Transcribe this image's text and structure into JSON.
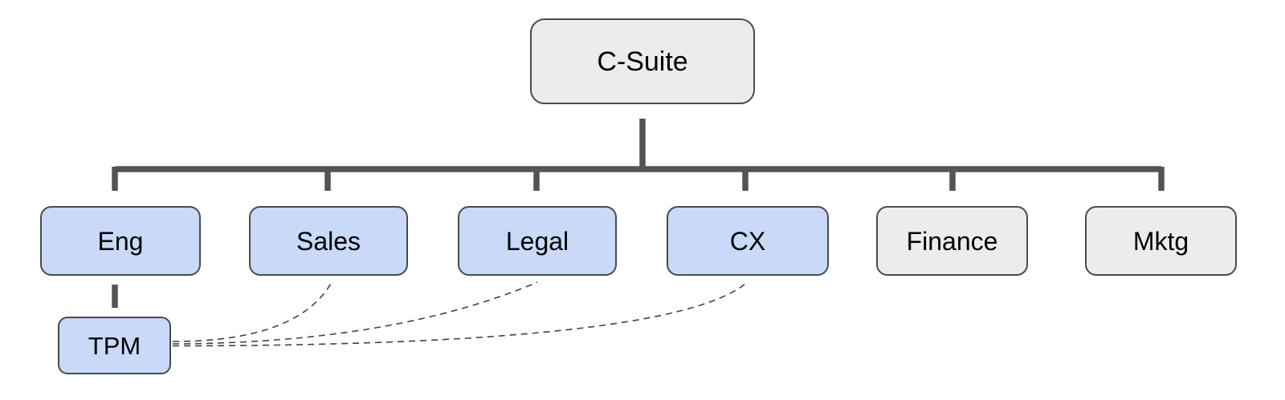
{
  "diagram": {
    "type": "org-chart",
    "background_color": "#ffffff",
    "colors": {
      "node_fill_blue": "#c9daf8",
      "node_fill_gray": "#ececec",
      "node_border": "#4a4a4a",
      "solid_connector": "#545454",
      "dashed_connector": "#434343",
      "text": "#000000"
    },
    "nodes": {
      "c_suite": {
        "label": "C-Suite",
        "fill": "#ececec"
      },
      "eng": {
        "label": "Eng",
        "fill": "#c9daf8"
      },
      "sales": {
        "label": "Sales",
        "fill": "#c9daf8"
      },
      "legal": {
        "label": "Legal",
        "fill": "#c9daf8"
      },
      "cx": {
        "label": "CX",
        "fill": "#c9daf8"
      },
      "finance": {
        "label": "Finance",
        "fill": "#ececec"
      },
      "mktg": {
        "label": "Mktg",
        "fill": "#ececec"
      },
      "tpm": {
        "label": "TPM",
        "fill": "#c9daf8"
      }
    },
    "edges": {
      "solid": [
        {
          "from": "C-Suite",
          "to": "Eng"
        },
        {
          "from": "C-Suite",
          "to": "Sales"
        },
        {
          "from": "C-Suite",
          "to": "Legal"
        },
        {
          "from": "C-Suite",
          "to": "CX"
        },
        {
          "from": "C-Suite",
          "to": "Finance"
        },
        {
          "from": "C-Suite",
          "to": "Mktg"
        },
        {
          "from": "Eng",
          "to": "TPM"
        }
      ],
      "dashed": [
        {
          "from": "TPM",
          "to": "Sales"
        },
        {
          "from": "TPM",
          "to": "Legal"
        },
        {
          "from": "TPM",
          "to": "CX"
        }
      ]
    }
  }
}
